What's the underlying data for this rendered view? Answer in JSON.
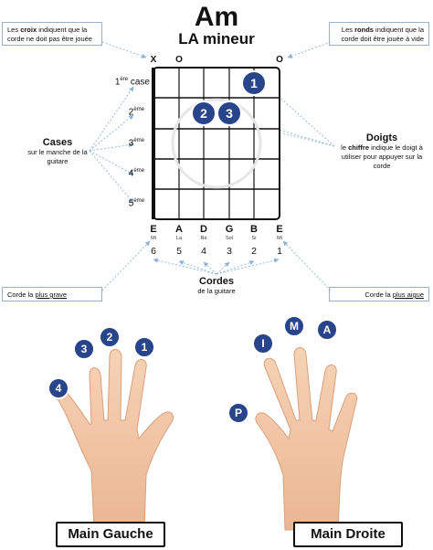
{
  "header": {
    "title": "Am",
    "subtitle": "LA mineur"
  },
  "callouts": {
    "croix": {
      "pre": "Les ",
      "bold": "croix",
      "post": " indiquent que la corde ne doit pas être jouée"
    },
    "ronds": {
      "pre": "Les ",
      "bold": "ronds",
      "post": " indiquent que la corde doit être jouée à vide"
    },
    "grave": {
      "pre": "Corde la ",
      "under": "plus grave"
    },
    "aigue": {
      "pre": "Corde la ",
      "under": "plus aigue"
    }
  },
  "cases": {
    "title": "Cases",
    "desc": "sur le manche de la guitare"
  },
  "doigts": {
    "title": "Doigts",
    "pre": "le ",
    "bold": "chiffre",
    "post": " indique le doigt à utiliser pour appuyer sur la corde"
  },
  "cordes": {
    "title": "Cordes",
    "desc": "de la guitare"
  },
  "string_marks": [
    "X",
    "O",
    "",
    "",
    "",
    "O"
  ],
  "frets": [
    {
      "num": "1",
      "sup": "ère",
      "suffix": " case"
    },
    {
      "num": "2",
      "sup": "ème",
      "suffix": ""
    },
    {
      "num": "3",
      "sup": "ème",
      "suffix": ""
    },
    {
      "num": "4",
      "sup": "ème",
      "suffix": ""
    },
    {
      "num": "5",
      "sup": "ème",
      "suffix": ""
    }
  ],
  "strings": [
    {
      "note": "E",
      "fr": "Mi",
      "num": "6"
    },
    {
      "note": "A",
      "fr": "La",
      "num": "5"
    },
    {
      "note": "D",
      "fr": "Ré",
      "num": "4"
    },
    {
      "note": "G",
      "fr": "Sol",
      "num": "3"
    },
    {
      "note": "B",
      "fr": "Si",
      "num": "2"
    },
    {
      "note": "E",
      "fr": "Mi",
      "num": "1"
    }
  ],
  "fingering": [
    {
      "finger": "1",
      "string": 5,
      "fret": 1
    },
    {
      "finger": "2",
      "string": 3,
      "fret": 2
    },
    {
      "finger": "3",
      "string": 4,
      "fret": 2
    }
  ],
  "left_hand": {
    "label": "Main Gauche",
    "fingers": [
      "1",
      "2",
      "3",
      "4"
    ]
  },
  "right_hand": {
    "label": "Main Droite",
    "fingers": [
      "I",
      "M",
      "A",
      "P"
    ]
  },
  "colors": {
    "accent": "#28458c",
    "arrow": "#8fb3d8",
    "skin": "#f3c9a8",
    "skin_shade": "#e2ad8a"
  }
}
